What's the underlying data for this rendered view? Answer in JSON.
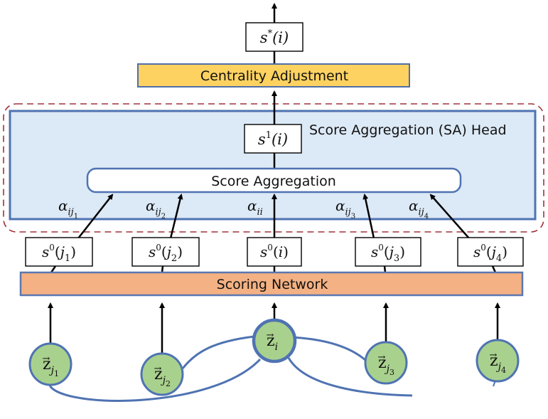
{
  "colors": {
    "adjustment_fill": "#fdd260",
    "adjustment_border": "#4f6fa8",
    "sa_head_fill": "#dce9f6",
    "sa_head_border": "#4f73b2",
    "dashed_border": "#a0313a",
    "scoring_fill": "#f4b183",
    "scoring_border": "#5b77b0",
    "node_fill": "#a9d18e",
    "node_border": "#4f73b2",
    "edge_color": "#4f73b2",
    "arrow_color": "#000000"
  },
  "output": {
    "base": "s",
    "sup": "*",
    "arg": "(i)"
  },
  "centrality_adjustment": {
    "label": "Centrality Adjustment"
  },
  "sa_head": {
    "title": "Score Aggregation (SA) Head",
    "aggregated_score": {
      "base": "s",
      "sup": "1",
      "arg": "(i)"
    },
    "aggregation_block": {
      "label": "Score Aggregation"
    },
    "weights": [
      {
        "base": "α",
        "sub": "ij",
        "subsub": "1"
      },
      {
        "base": "α",
        "sub": "ij",
        "subsub": "2"
      },
      {
        "base": "α",
        "sub": "ii",
        "subsub": ""
      },
      {
        "base": "α",
        "sub": "ij",
        "subsub": "3"
      },
      {
        "base": "α",
        "sub": "ij",
        "subsub": "4"
      }
    ]
  },
  "initial_scores": [
    {
      "base": "s",
      "sup": "0",
      "arg_open": "(",
      "var": "j",
      "varsub": "1",
      "arg_close": ")"
    },
    {
      "base": "s",
      "sup": "0",
      "arg_open": "(",
      "var": "j",
      "varsub": "2",
      "arg_close": ")"
    },
    {
      "base": "s",
      "sup": "0",
      "arg_open": "(",
      "var": "i",
      "varsub": "",
      "arg_close": ")"
    },
    {
      "base": "s",
      "sup": "0",
      "arg_open": "(",
      "var": "j",
      "varsub": "3",
      "arg_close": ")"
    },
    {
      "base": "s",
      "sup": "0",
      "arg_open": "(",
      "var": "j",
      "varsub": "4",
      "arg_close": ")"
    }
  ],
  "scoring_network": {
    "label": "Scoring Network"
  },
  "nodes": [
    {
      "base": "z",
      "vec": "→",
      "sub": "j",
      "subsub": "1"
    },
    {
      "base": "z",
      "vec": "→",
      "sub": "j",
      "subsub": "2"
    },
    {
      "base": "z",
      "vec": "→",
      "sub": "i",
      "subsub": ""
    },
    {
      "base": "z",
      "vec": "→",
      "sub": "j",
      "subsub": "3"
    },
    {
      "base": "z",
      "vec": "→",
      "sub": "j",
      "subsub": "4"
    }
  ]
}
